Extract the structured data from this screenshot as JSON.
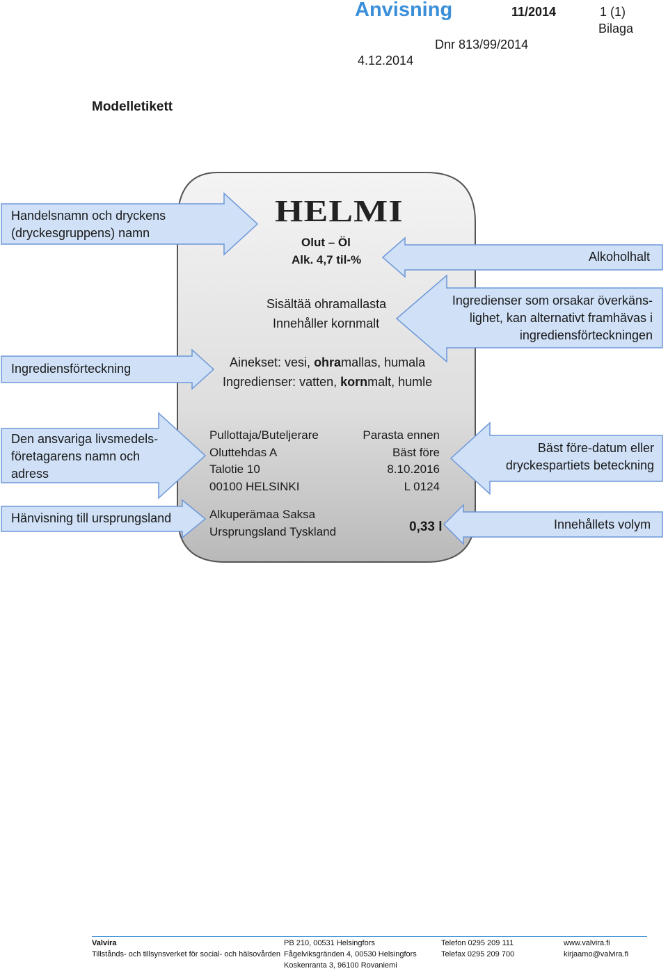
{
  "header": {
    "title": "Anvisning",
    "number": "11/2014",
    "page": "1 (1)",
    "attachment": "Bilaga",
    "dnr": "Dnr 813/99/2014",
    "date": "4.12.2014"
  },
  "document_title": "Modelletikett",
  "label": {
    "brand": "HELMI",
    "product_type": "Olut – Öl",
    "alcohol": "Alk. 4,7 til-%",
    "allergen_fi": "Sisältää ohramallasta",
    "allergen_sv": "Innehåller kornmalt",
    "ingredients_fi_prefix": "Ainekset: vesi, ",
    "ingredients_fi_bold": "ohra",
    "ingredients_fi_suffix": "mallas, humala",
    "ingredients_sv_prefix": "Ingredienser: vatten, ",
    "ingredients_sv_bold": "korn",
    "ingredients_sv_suffix": "malt, humle",
    "bottler": [
      "Pullottaja/Buteljerare",
      "Oluttehdas A",
      "Talotie 10",
      "00100 HELSINKI"
    ],
    "best_before": [
      "Parasta ennen",
      "Bäst före",
      "8.10.2016",
      "L 0124"
    ],
    "origin": [
      "Alkuperämaa Saksa",
      "Ursprungsland Tyskland"
    ],
    "volume": "0,33 l"
  },
  "annotations": {
    "trade_name": [
      "Handelsnamn och dryckens",
      "(dryckesgruppens) namn"
    ],
    "alcohol_content": "Alkoholhalt",
    "allergens": [
      "Ingredienser som orsakar överkäns-",
      "lighet, kan alternativt framhävas i",
      "ingrediensförteckningen"
    ],
    "ingredient_list": "Ingrediensförteckning",
    "operator": [
      "Den ansvariga livsmedels-",
      "företagarens namn och",
      "adress"
    ],
    "best_before": [
      "Bäst före-datum eller",
      "dryckespartiets beteckning"
    ],
    "origin_ref": "Hänvisning till ursprungsland",
    "volume": "Innehållets volym"
  },
  "footer": {
    "org": "Valvira",
    "org_full": "Tillstånds- och tillsynsverket för social- och hälsovården",
    "address": [
      "PB 210, 00531 Helsingfors",
      "Fågelviksgränden 4, 00530 Helsingfors",
      "Koskenranta 3, 96100 Rovaniemi"
    ],
    "phone": [
      "Telefon 0295 209 111",
      "Telefax 0295 209 700"
    ],
    "web": [
      "www.valvira.fi",
      "kirjaamo@valvira.fi"
    ]
  },
  "colors": {
    "accent": "#3a8fd8",
    "arrow_fill": "#cfe0f7",
    "arrow_stroke": "#6d97d8",
    "label_fill": "#e3e3e3"
  }
}
